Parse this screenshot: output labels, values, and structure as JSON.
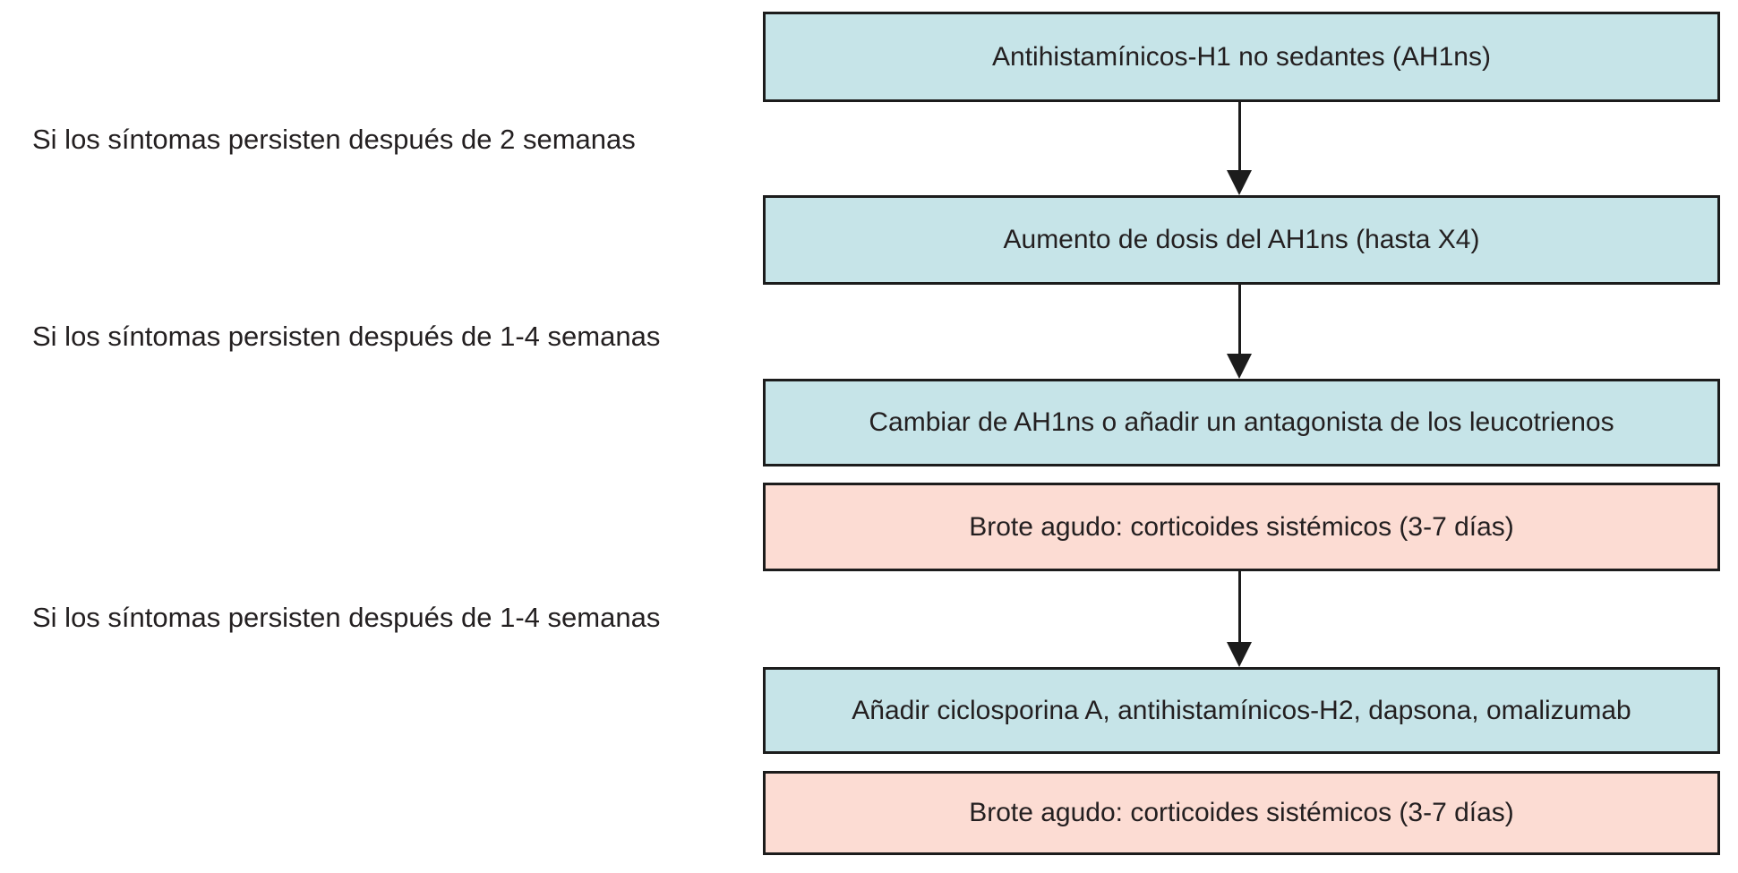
{
  "figure": {
    "background_color": "#ffffff",
    "box_border_color": "#1c1c1c",
    "treatment_box_color": "#c6e4e8",
    "acute_box_color": "#fcdcd3",
    "text_color": "#231f20"
  },
  "conditions": [
    {
      "label": "Si los síntomas persisten después de 2 semanas"
    },
    {
      "label": "Si los síntomas persisten después de 1-4 semanas"
    },
    {
      "label": "Si los síntomas persisten después de 1-4 semanas"
    }
  ],
  "boxes": [
    {
      "text": "Antihistamínicos-H1 no sedantes (AH1ns)",
      "type": "treatment"
    },
    {
      "text": "Aumento de dosis del AH1ns (hasta X4)",
      "type": "treatment"
    },
    {
      "text": "Cambiar de AH1ns o añadir un antagonista de los leucotrienos",
      "type": "treatment"
    },
    {
      "text": "Brote agudo: corticoides sistémicos (3-7 días)",
      "type": "acute"
    },
    {
      "text": "Añadir ciclosporina A, antihistamínicos-H2, dapsona, omalizumab",
      "type": "treatment"
    },
    {
      "text": "Brote agudo: corticoides sistémicos (3-7 días)",
      "type": "acute"
    }
  ]
}
